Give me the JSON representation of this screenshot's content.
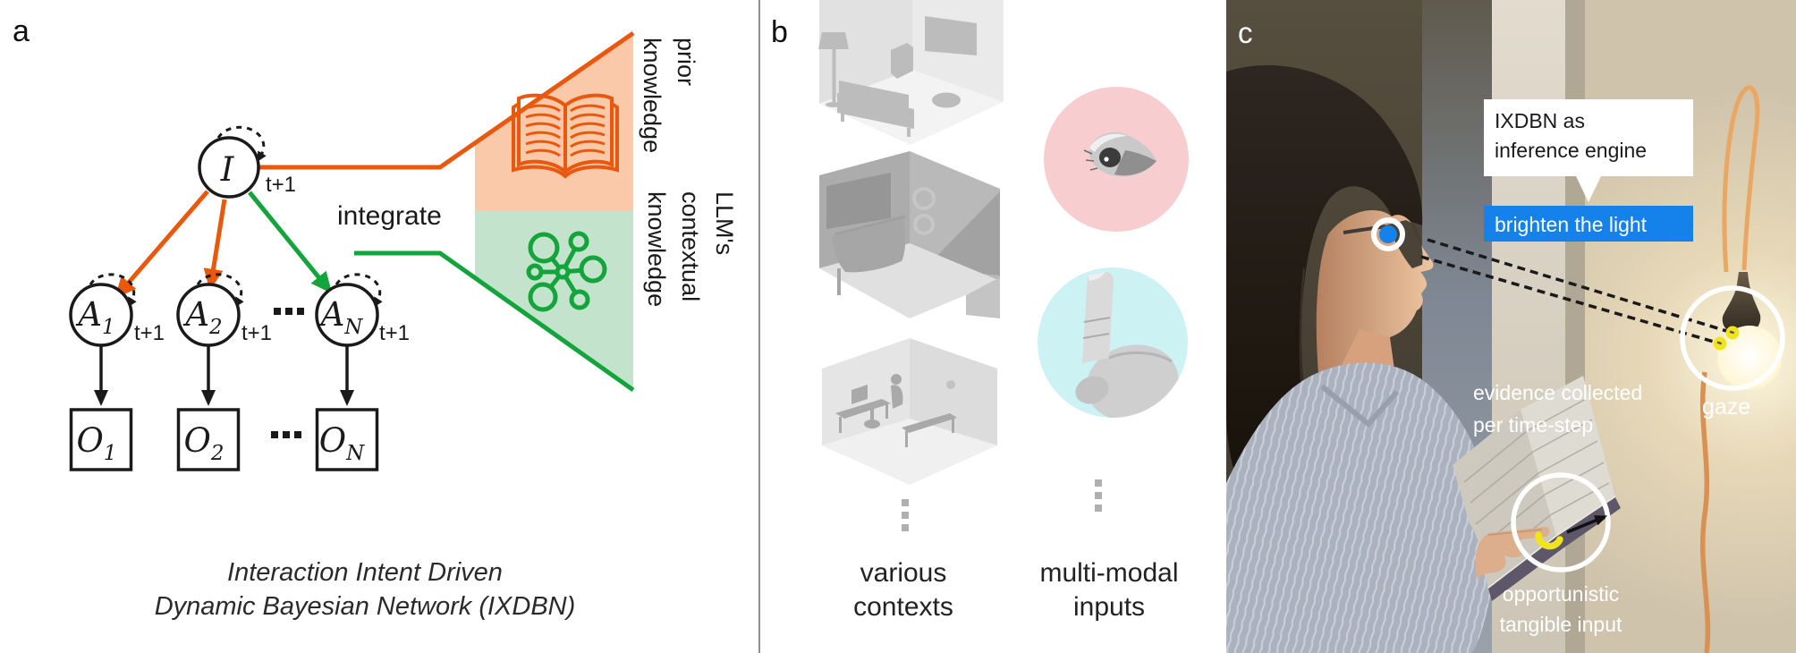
{
  "colors": {
    "orange": "#e9580c",
    "orange_fill": "#f9c9a9",
    "green": "#13a43c",
    "green_fill": "#c3e3cc",
    "blue": "#1581ea",
    "yellow": "#f2e41c",
    "pink_fill": "#f7cdd0",
    "cyan_fill": "#ccf2f4"
  },
  "panel_a": {
    "label": "a",
    "intent_node": {
      "main": "I"
    },
    "tplus": "t+1",
    "action_nodes": [
      {
        "main": "A",
        "sub": "1"
      },
      {
        "main": "A",
        "sub": "2"
      },
      {
        "main": "A",
        "sub": "N"
      }
    ],
    "obs_nodes": [
      {
        "main": "O",
        "sub": "1"
      },
      {
        "main": "O",
        "sub": "2"
      },
      {
        "main": "O",
        "sub": "N"
      }
    ],
    "integrate": "integrate",
    "prior_label_lines": [
      "prior",
      "knowledge"
    ],
    "contextual_label_lines": [
      "LLM's",
      "contextual",
      "knowledge"
    ],
    "caption_lines": [
      "Interaction Intent Driven",
      "Dynamic Bayesian Network (IXDBN)"
    ]
  },
  "panel_b": {
    "label": "b",
    "contexts_caption_lines": [
      "various",
      "contexts"
    ],
    "inputs_caption_lines": [
      "multi-modal",
      "inputs"
    ]
  },
  "panel_c": {
    "label": "c",
    "inference_callout_lines": [
      "IXDBN as",
      "inference engine"
    ],
    "command_callout": "brighten the light",
    "evidence_lines": [
      "evidence collected",
      "per time-step"
    ],
    "gaze_label": "gaze",
    "tangible_lines": [
      "opportunistic",
      "tangible input"
    ]
  }
}
